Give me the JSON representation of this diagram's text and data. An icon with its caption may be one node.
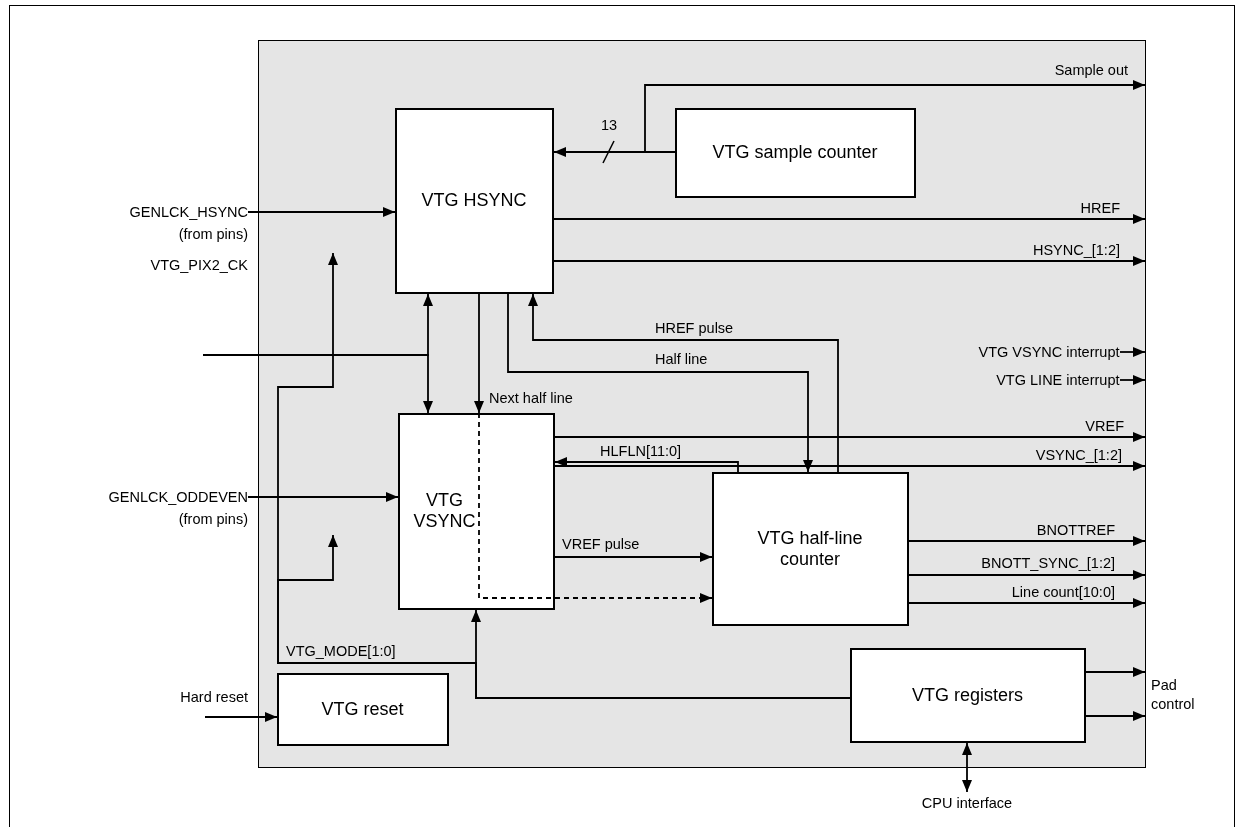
{
  "diagram": {
    "nodes": [
      {
        "text": [],
        "shape": "box"
      },
      {
        "text": [
          "VTG HSYNC"
        ],
        "in": 0
      },
      {
        "text": [
          "VTG sample counter"
        ],
        "in": 0
      },
      {
        "text": [
          "VTG VSYNC"
        ],
        "in": 0
      },
      {
        "text": [
          "VTG half-line counter"
        ],
        "in": 0
      },
      {
        "text": [
          "VTG registers"
        ],
        "in": 0
      },
      {
        "text": [
          "VTG reset"
        ],
        "in": 0
      },
      {
        "text": [
          "GENLCK_HSYNC",
          "(from pins)"
        ]
      },
      {
        "text": [
          "VTG_PIX2_CK"
        ]
      },
      {
        "text": [
          "GENLCK_ODDEVEN",
          "(from pins)"
        ]
      },
      {
        "text": [
          "Hard reset"
        ]
      },
      {
        "text": [
          "VTG VSYNC interrupt"
        ],
        "in": 0
      },
      {
        "text": [
          "VTG LINE interrupt"
        ],
        "in": 0
      },
      {
        "text": [
          "CPU interface"
        ]
      },
      {
        "text": [
          "Pad control"
        ]
      }
    ],
    "edges": [
      {
        "from": 7,
        "to": 1,
        "arrow": "to"
      },
      {
        "from": 2,
        "to": 1,
        "arrow": "to",
        "label": "13"
      },
      {
        "from": 2,
        "to": null,
        "arrow": "to",
        "label": "Sample out"
      },
      {
        "from": 1,
        "to": null,
        "arrow": "to",
        "label": "HREF"
      },
      {
        "from": 1,
        "to": null,
        "arrow": "to",
        "label": "HSYNC_[1:2]"
      },
      {
        "from": 8,
        "to": 1,
        "arrow": "to"
      },
      {
        "from": 8,
        "to": 3,
        "arrow": "to"
      },
      {
        "from": 1,
        "to": 3,
        "arrow": "to",
        "label": "Next half line"
      },
      {
        "from": 4,
        "to": 1,
        "arrow": "to",
        "label": "HREF pulse"
      },
      {
        "from": 1,
        "to": 4,
        "arrow": "to",
        "label": "Half line"
      },
      {
        "from": 11,
        "to": null,
        "arrow": "to"
      },
      {
        "from": 12,
        "to": null,
        "arrow": "to"
      },
      {
        "from": 3,
        "to": null,
        "arrow": "to",
        "label": "VREF"
      },
      {
        "from": 3,
        "to": null,
        "arrow": "to",
        "label": "VSYNC_[1:2]"
      },
      {
        "from": 9,
        "to": 3,
        "arrow": "to"
      },
      {
        "from": 4,
        "to": 3,
        "arrow": "to",
        "label": "HLFLN[11:0]"
      },
      {
        "from": 3,
        "to": 4,
        "arrow": "to",
        "label": "VREF pulse"
      },
      {
        "from": 3,
        "to": 4,
        "arrow": "to",
        "style": "dashed"
      },
      {
        "from": 4,
        "to": null,
        "arrow": "to",
        "label": "BNOTTREF"
      },
      {
        "from": 4,
        "to": null,
        "arrow": "to",
        "label": "BNOTT_SYNC_[1:2]"
      },
      {
        "from": 4,
        "to": null,
        "arrow": "to",
        "label": "Line count[10:0]"
      },
      {
        "from": 5,
        "to": 3,
        "arrow": "to"
      },
      {
        "from": 5,
        "to": null,
        "arrow": "to",
        "label": "VTG_MODE[1:0]"
      },
      {
        "from": 5,
        "to": null,
        "arrow": "to"
      },
      {
        "from": 10,
        "to": 6,
        "arrow": "to"
      },
      {
        "from": 5,
        "to": 14,
        "arrow": "to"
      },
      {
        "from": 5,
        "to": 14,
        "arrow": "to"
      },
      {
        "from": 5,
        "to": 13,
        "arrow": "both"
      }
    ]
  }
}
